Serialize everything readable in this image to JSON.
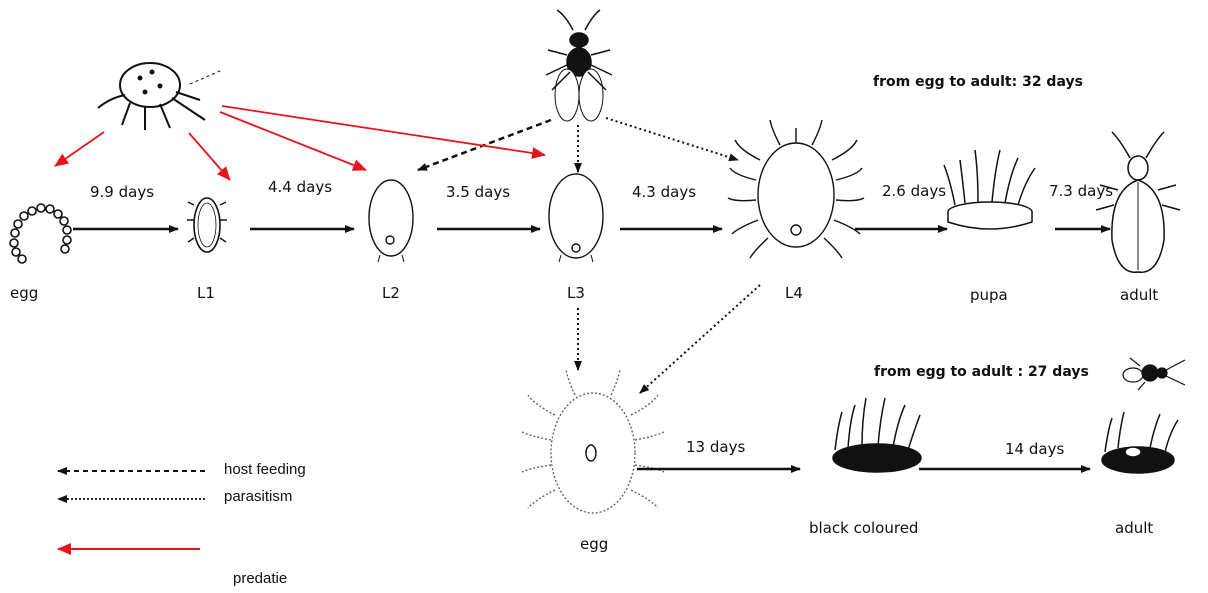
{
  "summary_top": "from egg to adult: 32 days",
  "summary_bottom": "from egg to adult : 27 days",
  "stages_top": {
    "egg": "egg",
    "l1": "L1",
    "l2": "L2",
    "l3": "L3",
    "l4": "L4",
    "pupa": "pupa",
    "adult": "adult"
  },
  "durations_top": {
    "egg_l1": "9.9 days",
    "l1_l2": "4.4 days",
    "l2_l3": "3.5 days",
    "l3_l4": "4.3 days",
    "l4_pupa": "2.6 days",
    "pupa_adult": "7.3 days"
  },
  "stages_bottom": {
    "egg": "egg",
    "black": "black coloured",
    "adult": "adult"
  },
  "durations_bottom": {
    "egg_black": "13 days",
    "black_adult": "14 days"
  },
  "legend": {
    "host_feeding": "host feeding",
    "parasitism": "parasitism",
    "predation": "predatie"
  },
  "colors": {
    "predation": "#e8141b",
    "ink": "#111111"
  }
}
